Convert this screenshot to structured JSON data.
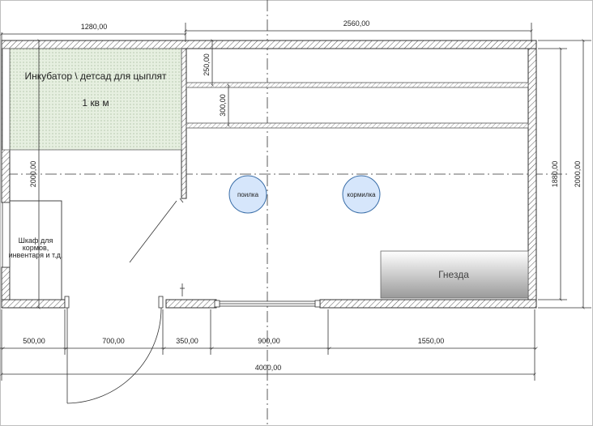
{
  "rooms": {
    "incubator_label": "Инкубатор \\ детсад для цыплят",
    "incubator_area": "1 кв м",
    "storage_label_line1": "Шкаф для",
    "storage_label_line2": "кормов,",
    "storage_label_line3": "инвентаря и т.д.",
    "nests_label": "Гнезда",
    "drinker_label": "поилка",
    "feeder_label": "кормилка"
  },
  "dimensions": {
    "top_left": "1280,00",
    "top_right": "2560,00",
    "shelf_gap_1": "250,00",
    "shelf_gap_2": "300,00",
    "left_vertical": "2000,00",
    "right_inner": "1880,00",
    "right_outer": "2000,00",
    "bottom_1": "500,00",
    "bottom_2": "700,00",
    "bottom_3": "350,00",
    "bottom_4": "900,00",
    "bottom_5": "1550,00",
    "bottom_total": "4000,00"
  },
  "colors": {
    "incubator_fill": "#e6efe0",
    "circle_fill": "#d6e6fb",
    "circle_stroke": "#3a6ea8",
    "nests_gradient_top": "#ffffff",
    "nests_gradient_bottom": "#9a9a9a"
  }
}
